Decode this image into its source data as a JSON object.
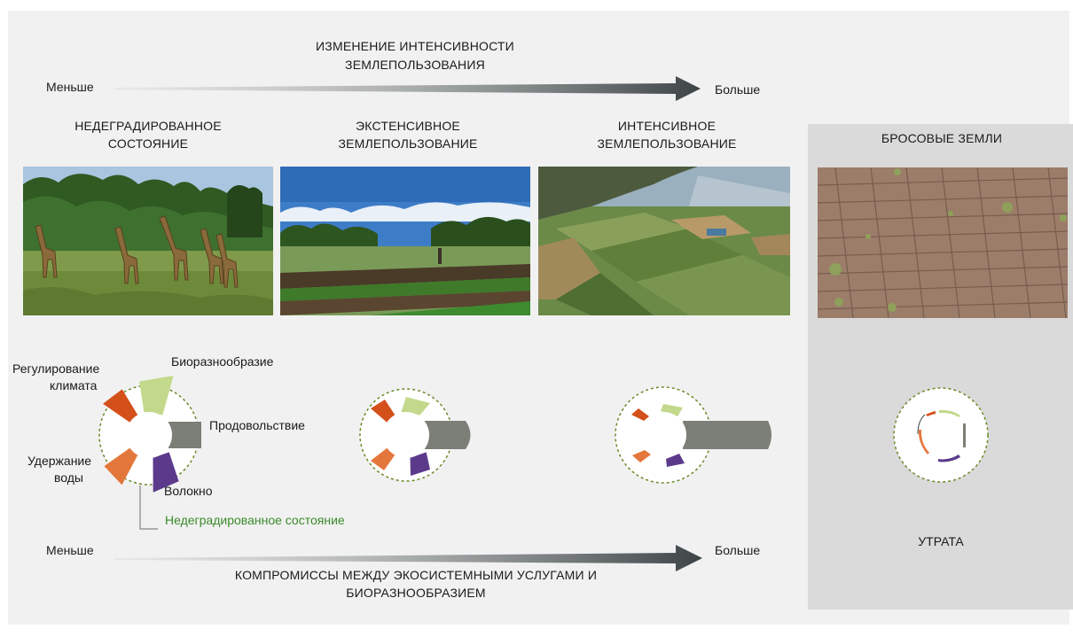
{
  "top_axis": {
    "title_line1": "ИЗМЕНЕНИЕ ИНТЕНСИВНОСТИ",
    "title_line2": "ЗЕМЛЕПОЛЬЗОВАНИЯ",
    "left_label": "Меньше",
    "right_label": "Больше"
  },
  "columns": [
    {
      "heading_line1": "НЕДЕГРАДИРОВАННОЕ",
      "heading_line2": "СОСТОЯНИЕ"
    },
    {
      "heading_line1": "ЭКСТЕНСИВНОЕ",
      "heading_line2": "ЗЕМЛЕПОЛЬЗОВАНИЕ"
    },
    {
      "heading_line1": "ИНТЕНСИВНОЕ",
      "heading_line2": "ЗЕМЛЕПОЛЬЗОВАНИЕ"
    },
    {
      "heading_line1": "БРОСОВЫЕ ЗЕМЛИ",
      "heading_line2": ""
    }
  ],
  "legend": {
    "climate_line1": "Регулирование",
    "climate_line2": "климата",
    "biodiversity": "Биоразнообразие",
    "food": "Продовольствие",
    "water_line1": "Удержание",
    "water_line2": "воды",
    "fiber": "Волокно",
    "reference": "Недеградированное состояние"
  },
  "loss_label": "УТРАТА",
  "bottom_axis": {
    "left_label": "Меньше",
    "right_label": "Больше",
    "title_line1": "КОМПРОМИССЫ МЕЖДУ ЭКОСИСТЕМНЫМИ УСЛУГАМИ И",
    "title_line2": "БИОРАЗНООБРАЗИЕМ"
  },
  "colors": {
    "climate": "#d4501a",
    "biodiversity": "#c2d98c",
    "food": "#7c7f77",
    "water": "#e3773b",
    "fiber": "#5b3a8c",
    "reference_ring": "#6a8a2a",
    "arrow": "#3d4446"
  }
}
